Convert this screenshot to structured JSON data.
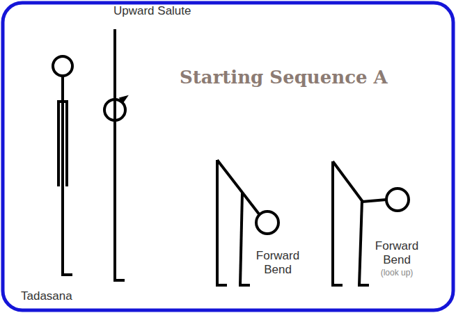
{
  "diagram": {
    "title": "Starting Sequence A",
    "labels": [
      "Upward Salute",
      "Tadasana",
      "Forward Bend",
      "Forward Bend",
      "(look up)"
    ]
  }
}
